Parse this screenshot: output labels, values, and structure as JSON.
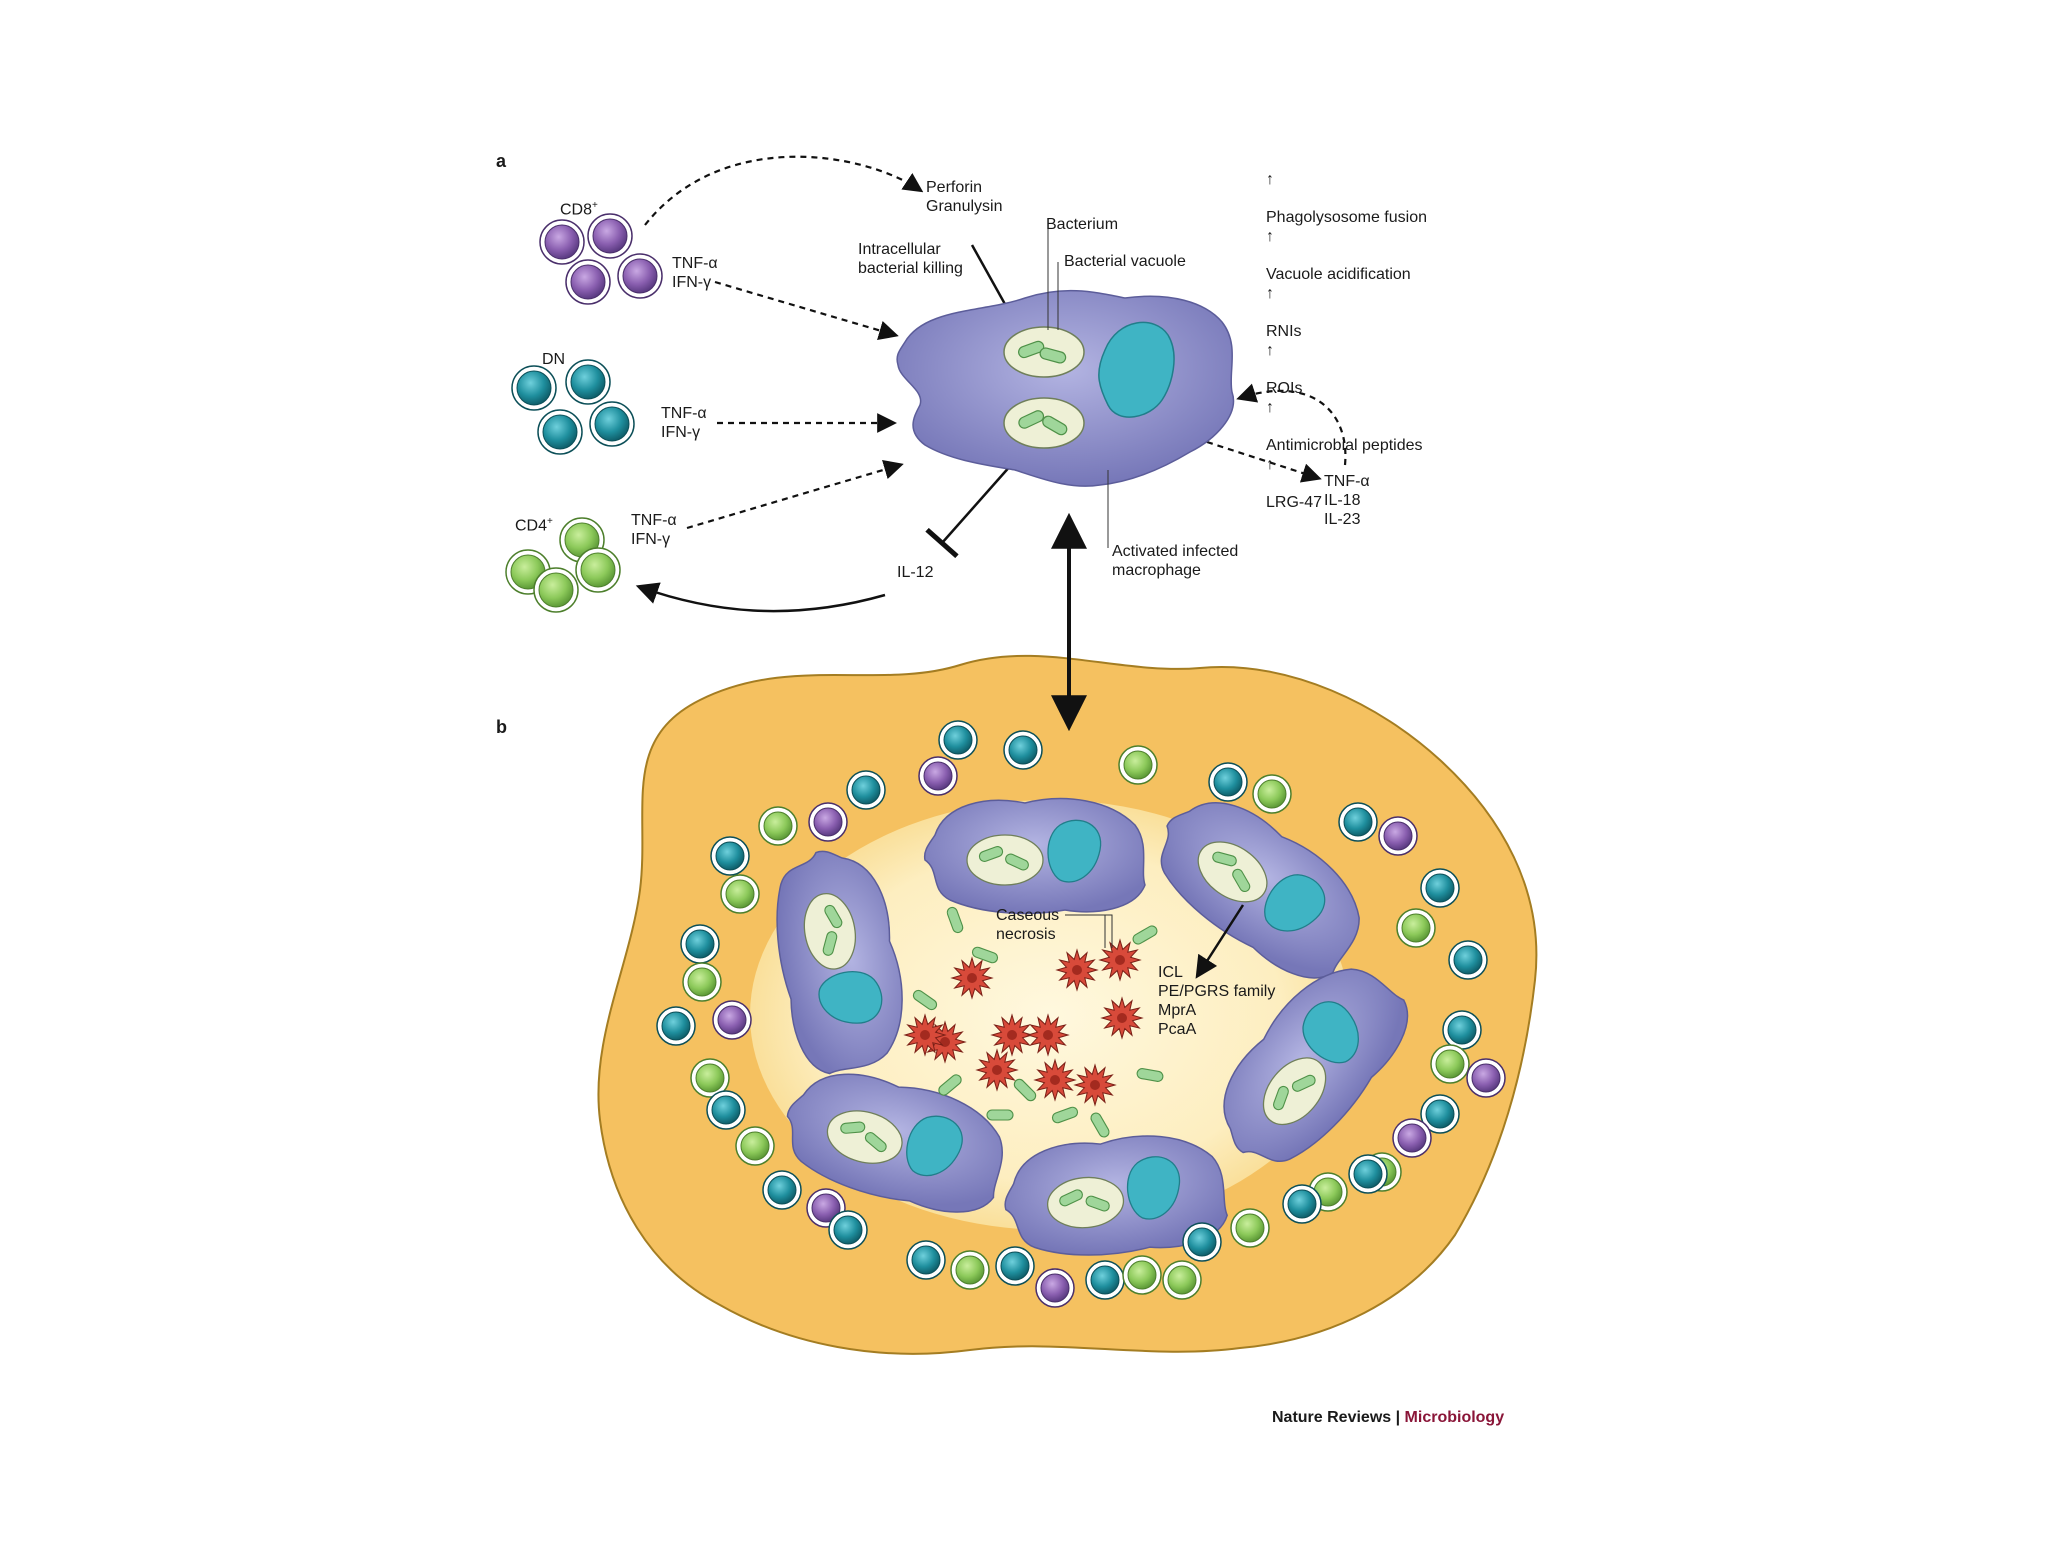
{
  "panels": {
    "a": "a",
    "b": "b"
  },
  "cells": {
    "cd8": {
      "label": "CD8",
      "sup": "+",
      "cytokine_1": "TNF-α",
      "cytokine_2": "IFN-γ"
    },
    "dn": {
      "label": "DN",
      "cytokine_1": "TNF-α",
      "cytokine_2": "IFN-γ"
    },
    "cd4": {
      "label": "CD4",
      "sup": "+",
      "cytokine_1": "TNF-α",
      "cytokine_2": "IFN-γ"
    }
  },
  "macrophage": {
    "perforin": "Perforin",
    "granulysin": "Granulysin",
    "killing_1": "Intracellular",
    "killing_2": "bacterial killing",
    "bacterium": "Bacterium",
    "vacuole": "Bacterial vacuole",
    "activated_1": "Activated infected",
    "activated_2": "macrophage",
    "il12": "IL-12",
    "outputs": [
      "TNF-α",
      "IL-18",
      "IL-23"
    ]
  },
  "effects": {
    "arrow_glyph": "↑",
    "items": [
      "Phagolysosome fusion",
      "Vacuole acidification",
      "RNIs",
      "ROIs",
      "Antimicrobial peptides",
      "LRG-47"
    ]
  },
  "granuloma": {
    "necrosis_1": "Caseous",
    "necrosis_2": "necrosis",
    "factors": [
      "ICL",
      "PE/PGRS family",
      "MprA",
      "PcaA"
    ]
  },
  "brand": {
    "journal": "Nature Reviews",
    "separator": " | ",
    "section": "Microbiology"
  },
  "colors": {
    "macrophage": "#8e8fc9",
    "nucleus": "#3fb4c4",
    "vacuole": "#eef0d6",
    "bacterium": "#9fd69a",
    "cd8": "#8a5fb0",
    "dn": "#1f8f9e",
    "cd4": "#8cc95a",
    "granuloma": "#f5c160",
    "necrosis_core": "#fdf1c8",
    "necrotic_cell": "#d84a3a",
    "brand_accent": "#8a1538"
  }
}
